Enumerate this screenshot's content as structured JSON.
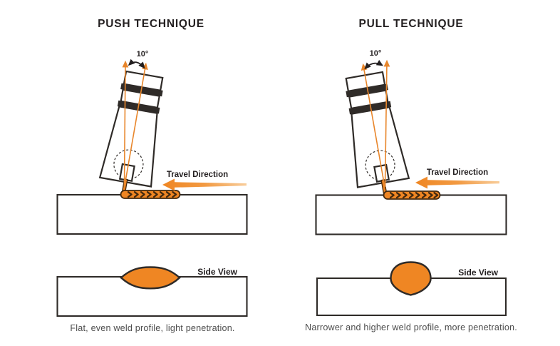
{
  "colors": {
    "orange": "#EF8623",
    "orange_line": "#E8862B",
    "ink": "#231F20",
    "caption": "#4D4D4D",
    "outline": "#2F2B28",
    "bead_dark": "#42290F",
    "arrow_mid": "#F29A42",
    "arrow_fade": "#F8CD9B"
  },
  "columns": [
    {
      "id": "push",
      "title": "PUSH TECHNIQUE",
      "angle_label": "10°",
      "travel_label": "Travel Direction",
      "side_view_label": "Side View",
      "caption": "Flat, even weld profile, light penetration."
    },
    {
      "id": "pull",
      "title": "PULL TECHNIQUE",
      "angle_label": "10°",
      "travel_label": "Travel Direction",
      "side_view_label": "Side View",
      "caption": "Narrower and higher weld profile, more penetration."
    }
  ]
}
